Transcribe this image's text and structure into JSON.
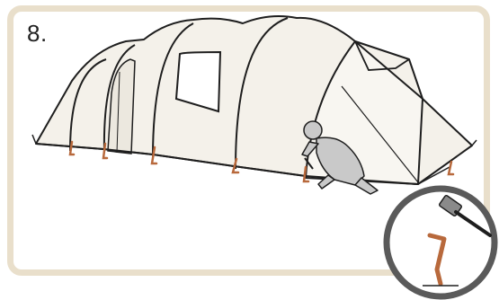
{
  "step": {
    "number_label": "8."
  },
  "colors": {
    "frame": "#e9dfcb",
    "tent_fill": "#f4f1ea",
    "tent_line": "#1e1e1e",
    "peg": "#b8693c",
    "person_fill": "#c9c9c9",
    "mallet_head": "#8a8a8a",
    "magnifier_ring": "#5a5a5a"
  },
  "illustration": {
    "subject": "tent-with-pegs",
    "figure": "person-hammering-peg",
    "inset": "peg-and-mallet-detail"
  }
}
